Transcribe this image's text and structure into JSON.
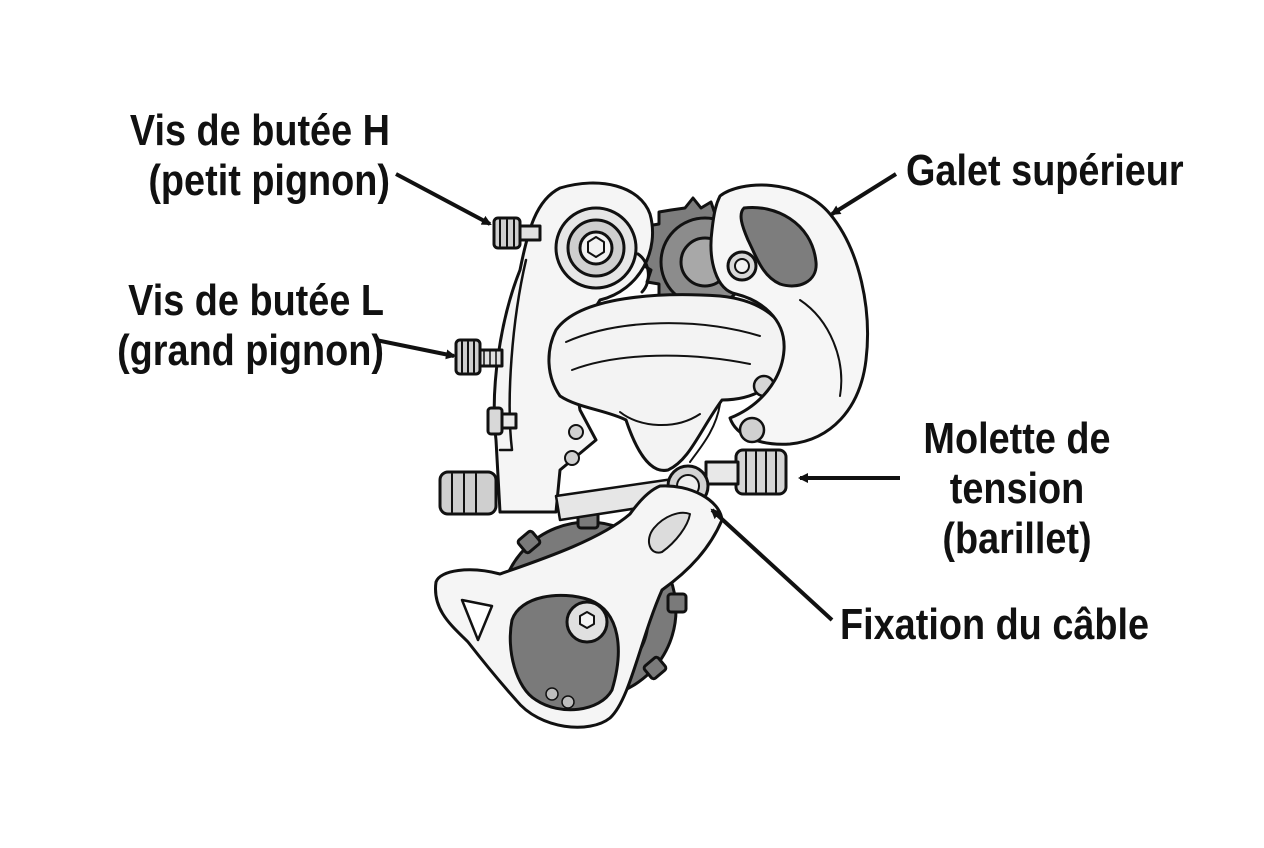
{
  "labels": {
    "vis_h": {
      "line1": "Vis de butée H",
      "line2": "(petit pignon)"
    },
    "vis_l": {
      "line1": "Vis de butée L",
      "line2": "(grand pignon)"
    },
    "galet": {
      "line1": "Galet supérieur"
    },
    "molette": {
      "line1": "Molette de",
      "line2": "tension",
      "line3": "(barillet)"
    },
    "fixation": {
      "line1": "Fixation du câble"
    }
  },
  "colors": {
    "ink": "#111111",
    "metal": "#f4f4f4",
    "shade": "#d6d6d6",
    "dark": "#8a8a8a",
    "darker": "#5e5e5e"
  }
}
